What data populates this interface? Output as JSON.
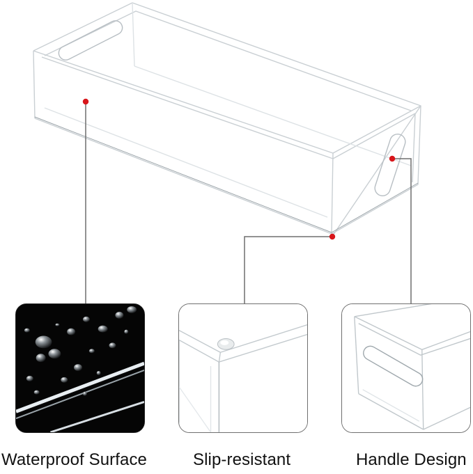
{
  "product": {
    "name": "acrylic tray",
    "marker_color": "#d8161b",
    "leader_color": "#6e6e6e"
  },
  "features": [
    {
      "label": "Waterproof Surface",
      "icon": "water-droplets-icon"
    },
    {
      "label": "Slip-resistant",
      "icon": "rubber-foot-icon"
    },
    {
      "label": "Handle Design",
      "icon": "handle-cutout-icon"
    }
  ]
}
